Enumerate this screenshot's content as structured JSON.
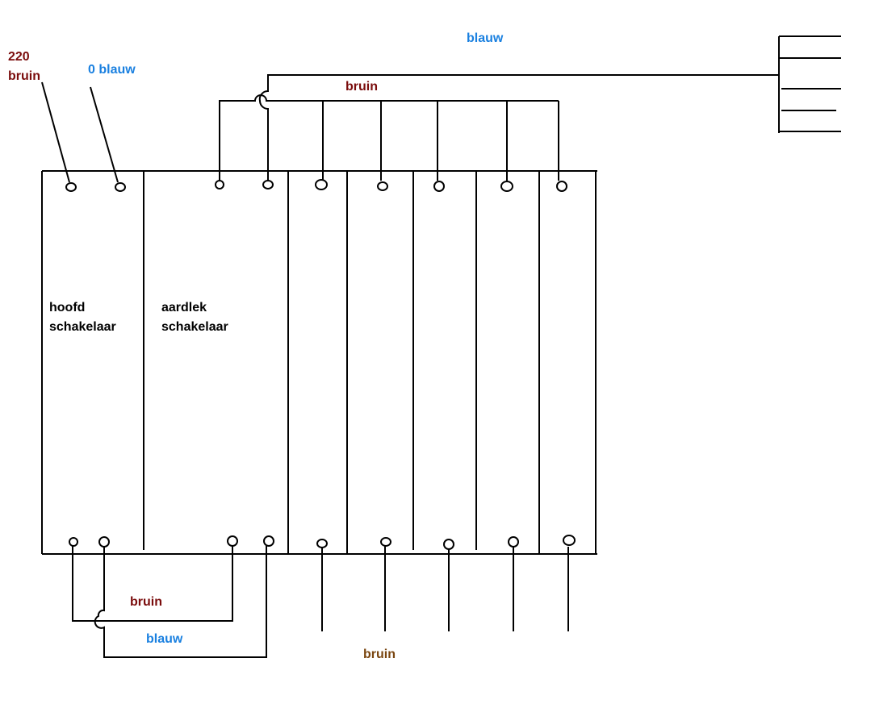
{
  "labels": {
    "supply_voltage": "220",
    "supply_live": "bruin",
    "supply_neutral": "0 blauw",
    "top_neutral": "blauw",
    "top_live": "bruin",
    "main_switch_line1": "hoofd",
    "main_switch_line2": "schakelaar",
    "rcd_line1": "aardlek",
    "rcd_line2": "schakelaar",
    "bottom_live": "bruin",
    "bottom_neutral": "blauw",
    "outgoing_live": "bruin"
  },
  "colors": {
    "live": "#7a0c0c",
    "neutral": "#1a80e0",
    "outgoing": "#7a4610",
    "wire": "#000000"
  }
}
